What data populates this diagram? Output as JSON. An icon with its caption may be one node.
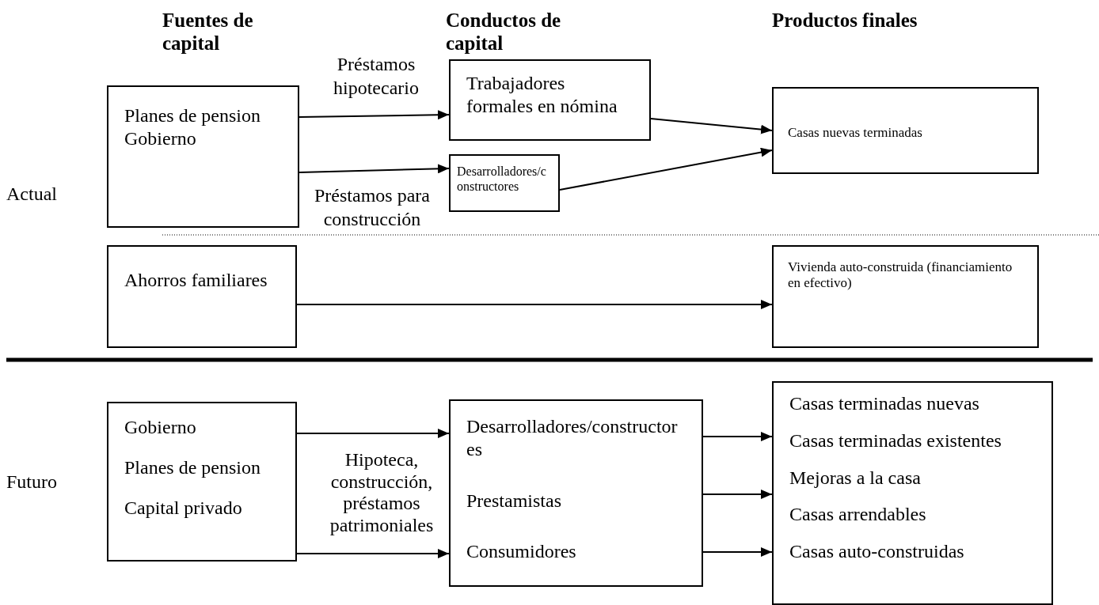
{
  "diagram": {
    "nodes": [
      {
        "text": [
          "Planes de pension",
          "Gobierno"
        ]
      },
      {
        "text": [
          "Trabajadores formales en nómina"
        ]
      },
      {
        "text": [
          "Desarrolladores/constructores"
        ]
      },
      {
        "text": [
          "Casas nuevas terminadas"
        ]
      },
      {
        "text": [
          "Ahorros familiares"
        ]
      },
      {
        "text": [
          "Vivienda auto-construida (financiamiento en efectivo)"
        ]
      },
      {
        "text": [
          "Gobierno",
          "Planes de pension",
          "Capital privado"
        ]
      },
      {
        "text": [
          "Desarrolladores/constructores",
          "Prestamistas",
          "Consumidores"
        ]
      },
      {
        "text": [
          "Casas terminadas nuevas",
          "Casas terminadas existentes",
          "Mejoras a la casa",
          "Casas arrendables",
          "Casas auto-construidas"
        ]
      }
    ],
    "edges": [
      {
        "from": 0,
        "to": 1,
        "arrow": "to",
        "label": "Préstamos hipotecario"
      },
      {
        "from": 0,
        "to": 2,
        "arrow": "to",
        "label": "Préstamos para construcción"
      },
      {
        "from": 1,
        "to": 3,
        "arrow": "to"
      },
      {
        "from": 2,
        "to": 3,
        "arrow": "to"
      },
      {
        "from": 4,
        "to": 5,
        "arrow": "to"
      },
      {
        "from": 6,
        "to": 7,
        "arrow": "to"
      },
      {
        "from": 6,
        "to": 7,
        "arrow": "to"
      },
      {
        "from": 7,
        "to": 8,
        "arrow": "to"
      },
      {
        "from": 7,
        "to": 8,
        "arrow": "to"
      },
      {
        "from": 7,
        "to": 8,
        "arrow": "to"
      }
    ],
    "labels": [
      "Fuentes de capital",
      "Conductos de capital",
      "Productos finales",
      "Actual",
      "Hipoteca, construcción, préstamos patrimoniales",
      "Futuro"
    ]
  }
}
